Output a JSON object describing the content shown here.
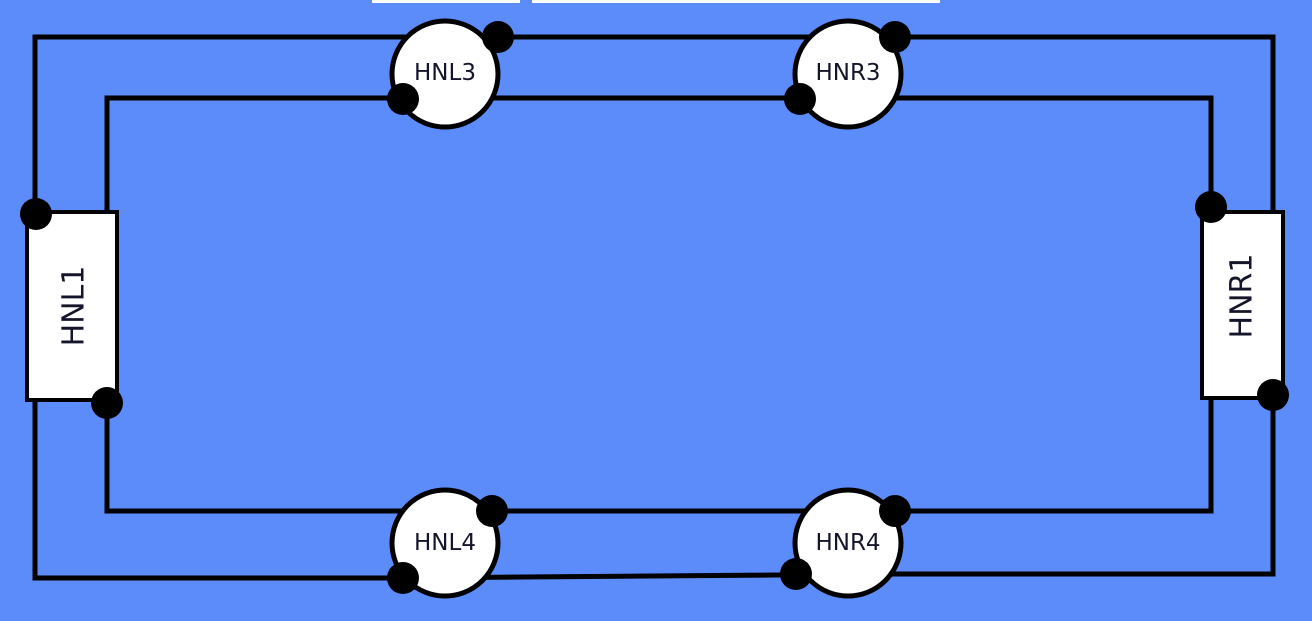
{
  "colors": {
    "background": "#5b8cfa",
    "wire": "#000000",
    "node_fill": "#ffffff",
    "text": "#14142a"
  },
  "nodes": {
    "hnl1": "HNL1",
    "hnr1": "HNR1",
    "hnl3": "HNL3",
    "hnr3": "HNR3",
    "hnl4": "HNL4",
    "hnr4": "HNR4"
  }
}
